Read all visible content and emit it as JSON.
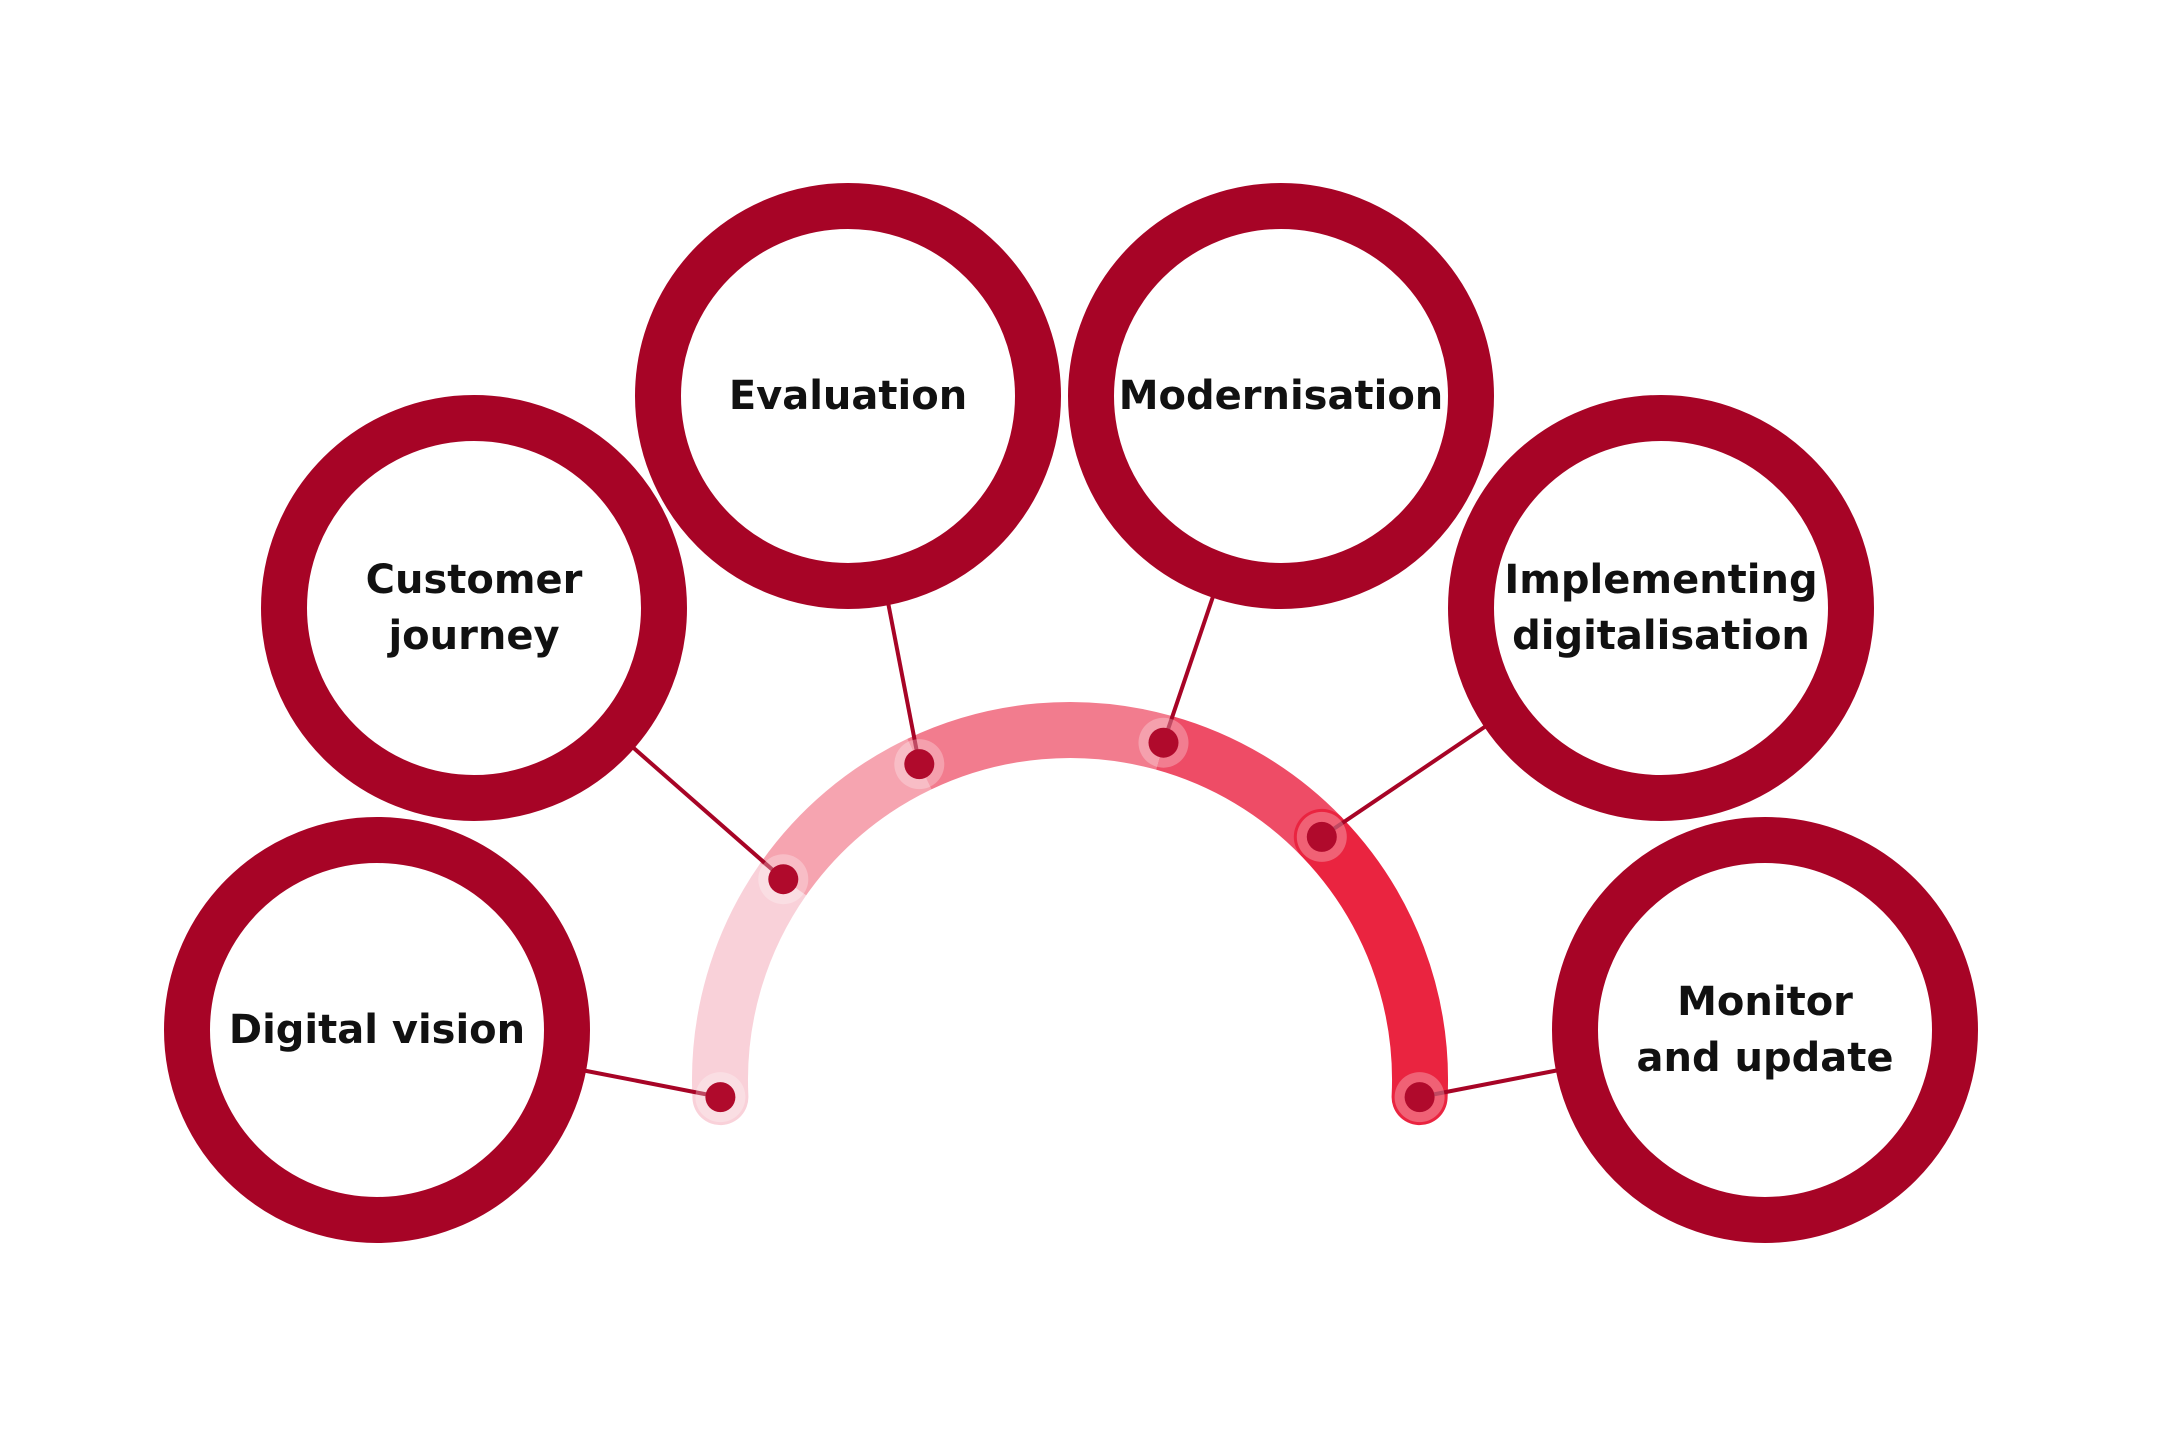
{
  "diagram": {
    "colors": {
      "ring": "#A70426",
      "connector": "#A70426",
      "dot": "#B00A2C",
      "arc_segments": [
        "#F9D1D9",
        "#F6A4B0",
        "#F27C8E",
        "#EE4C66",
        "#EA2440"
      ]
    },
    "stages": [
      {
        "id": "digital-vision",
        "lines": [
          "Digital vision"
        ]
      },
      {
        "id": "customer-journey",
        "lines": [
          "Customer",
          "journey"
        ]
      },
      {
        "id": "evaluation",
        "lines": [
          "Evaluation"
        ]
      },
      {
        "id": "modernisation",
        "lines": [
          "Modernisation"
        ]
      },
      {
        "id": "implementing-digitalisation",
        "lines": [
          "Implementing",
          "digitalisation"
        ]
      },
      {
        "id": "monitor-and-update",
        "lines": [
          "Monitor",
          "and update"
        ]
      }
    ]
  }
}
